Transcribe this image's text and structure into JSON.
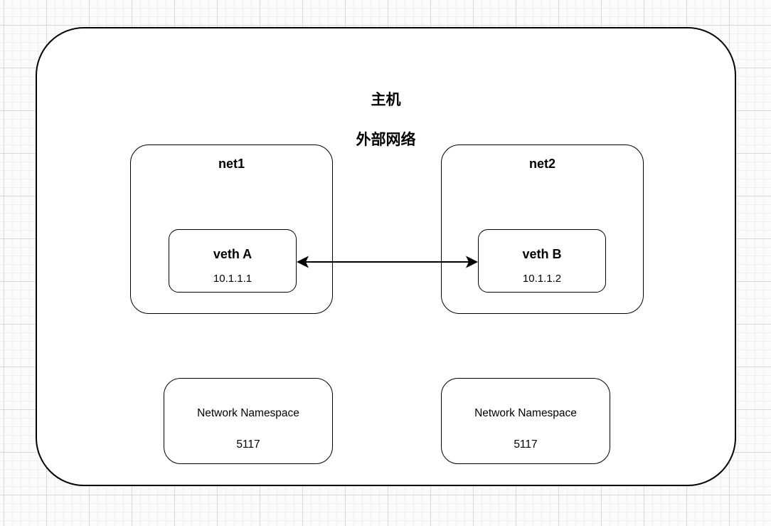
{
  "diagram": {
    "host": {
      "title_line1": "主机",
      "title_line2": "外部网络"
    },
    "namespaces": [
      {
        "label": "net1",
        "veth": {
          "name": "veth A",
          "ip": "10.1.1.1"
        }
      },
      {
        "label": "net2",
        "veth": {
          "name": "veth B",
          "ip": "10.1.1.2"
        }
      }
    ],
    "process_boxes": [
      {
        "line1": "Network Namespace",
        "line2": "5117"
      },
      {
        "line1": "Network Namespace",
        "line2": "5117"
      }
    ],
    "connection": {
      "type": "double-arrow",
      "from": "veth A",
      "to": "veth B"
    },
    "colors": {
      "stroke": "#000000",
      "fill": "#ffffff",
      "grid_minor": "#efefef",
      "grid_major": "#d9d9d9",
      "background": "#fbfbfb"
    }
  }
}
